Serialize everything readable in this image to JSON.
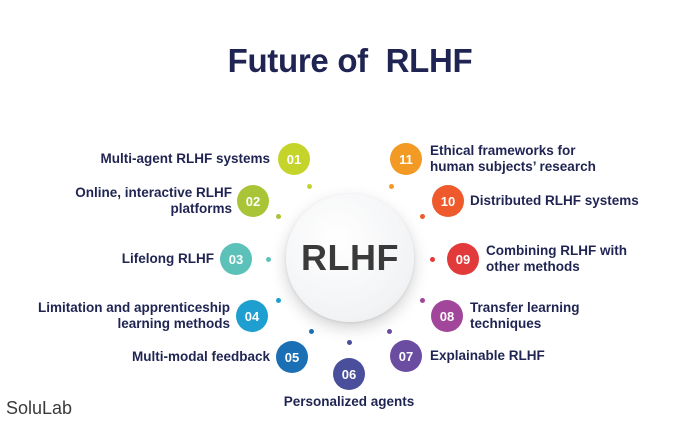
{
  "title": "Future of  RLHF",
  "center_label": "RLHF",
  "brand": "SoluLab",
  "items": [
    {
      "num": "01",
      "label": "Multi-agent RLHF systems",
      "color": "#c4d42b"
    },
    {
      "num": "02",
      "label": "Online, interactive RLHF\nplatforms",
      "color": "#a9c437"
    },
    {
      "num": "03",
      "label": "Lifelong RLHF",
      "color": "#5cc1b8"
    },
    {
      "num": "04",
      "label": "Limitation and apprenticeship\nlearning methods",
      "color": "#1f9fcf"
    },
    {
      "num": "05",
      "label": "Multi-modal feedback",
      "color": "#1b6fb4"
    },
    {
      "num": "06",
      "label": "Personalized agents",
      "color": "#4a4f9c"
    },
    {
      "num": "07",
      "label": "Explainable RLHF",
      "color": "#6a4da0"
    },
    {
      "num": "08",
      "label": "Transfer learning\ntechniques",
      "color": "#a1469b"
    },
    {
      "num": "09",
      "label": "Combining RLHF with\nother methods",
      "color": "#e23a3a"
    },
    {
      "num": "10",
      "label": "Distributed RLHF systems",
      "color": "#ee5a2b"
    },
    {
      "num": "11",
      "label": "Ethical frameworks for\nhuman subjects’ research",
      "color": "#f39a24"
    }
  ]
}
